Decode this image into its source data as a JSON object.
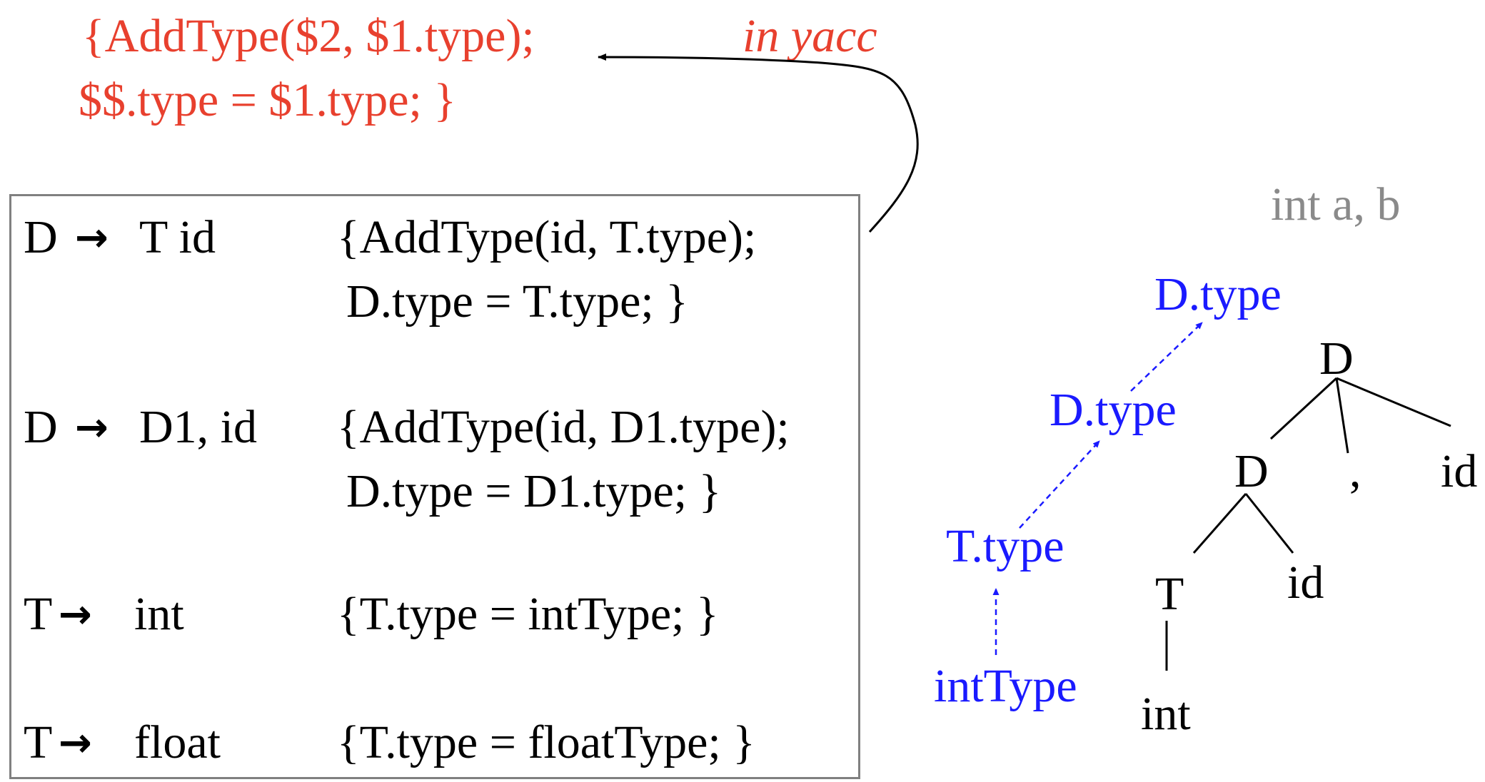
{
  "yacc_action": {
    "line1": "{AddType($2, $1.type);",
    "line2": "$$.type = $1.type; }",
    "label": "in yacc"
  },
  "rules": [
    {
      "lhs": "D",
      "arrow": "→",
      "rhs": "T id",
      "action1": "{AddType(id, T.type);",
      "action2": "D.type = T.type; }"
    },
    {
      "lhs": "D",
      "arrow": "→",
      "rhs": "D1, id",
      "action1": "{AddType(id, D1.type);",
      "action2": "D.type = D1.type; }"
    },
    {
      "lhs": "T",
      "arrow": "→",
      "rhs": "int",
      "action1": "{T.type = intType; }",
      "action2": ""
    },
    {
      "lhs": "T",
      "arrow": "→",
      "rhs": "float",
      "action1": "{T.type = floatType; }",
      "action2": ""
    }
  ],
  "example_input": "int a, b",
  "parse_tree": {
    "root": "D",
    "inner_d": "D",
    "comma": ",",
    "id_top": "id",
    "t_node": "T",
    "id_inner": "id",
    "int_leaf": "int"
  },
  "attribute_flow": {
    "d_type_top": "D.type",
    "d_type_mid": "D.type",
    "t_type": "T.type",
    "int_type": "intType"
  },
  "colors": {
    "action_text": "#e8402e",
    "attribute_text": "#1a1aff",
    "example_text": "#8a8a8a",
    "box_border": "#808080"
  }
}
